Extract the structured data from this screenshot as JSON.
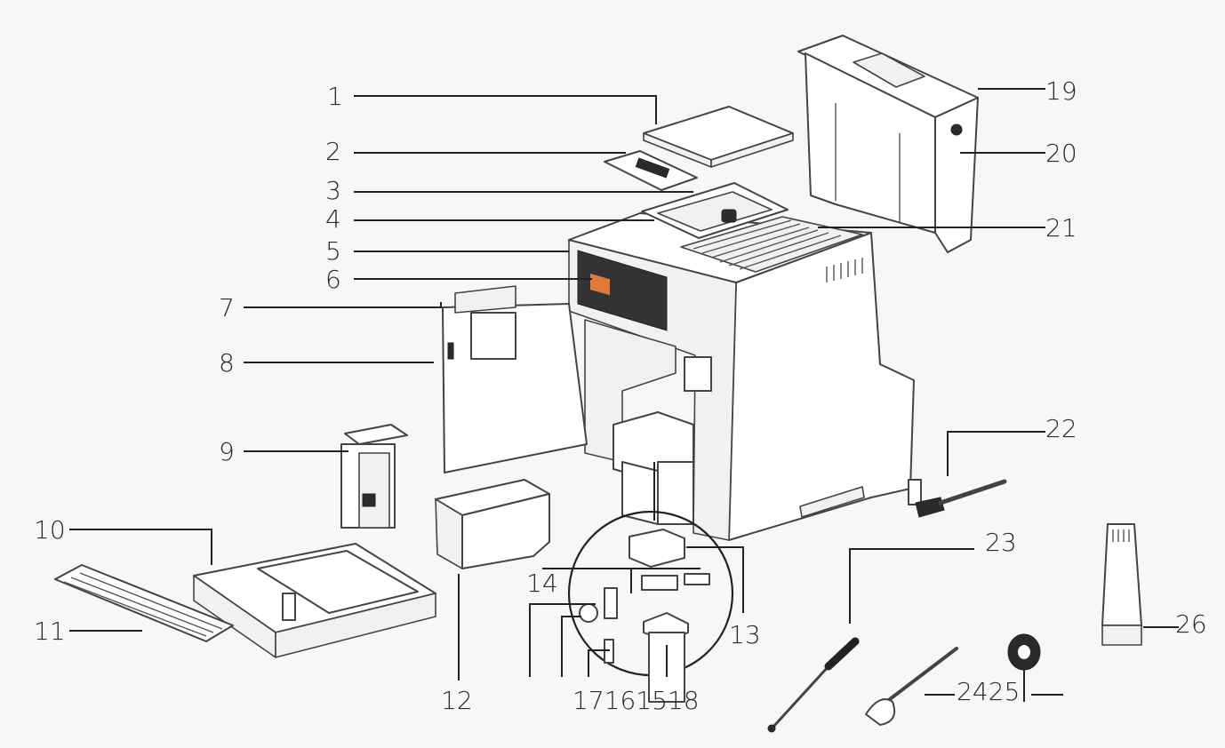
{
  "labels": {
    "l1": "1",
    "l2": "2",
    "l3": "3",
    "l4": "4",
    "l5": "5",
    "l6": "6",
    "l7": "7",
    "l8": "8",
    "l9": "9",
    "l10": "10",
    "l11": "11",
    "l12": "12",
    "l13": "13",
    "l14": "14",
    "l15_18": "17161518",
    "l19": "19",
    "l20": "20",
    "l21": "21",
    "l22": "22",
    "l23": "23",
    "l24_25": "2425",
    "l26": "26"
  }
}
